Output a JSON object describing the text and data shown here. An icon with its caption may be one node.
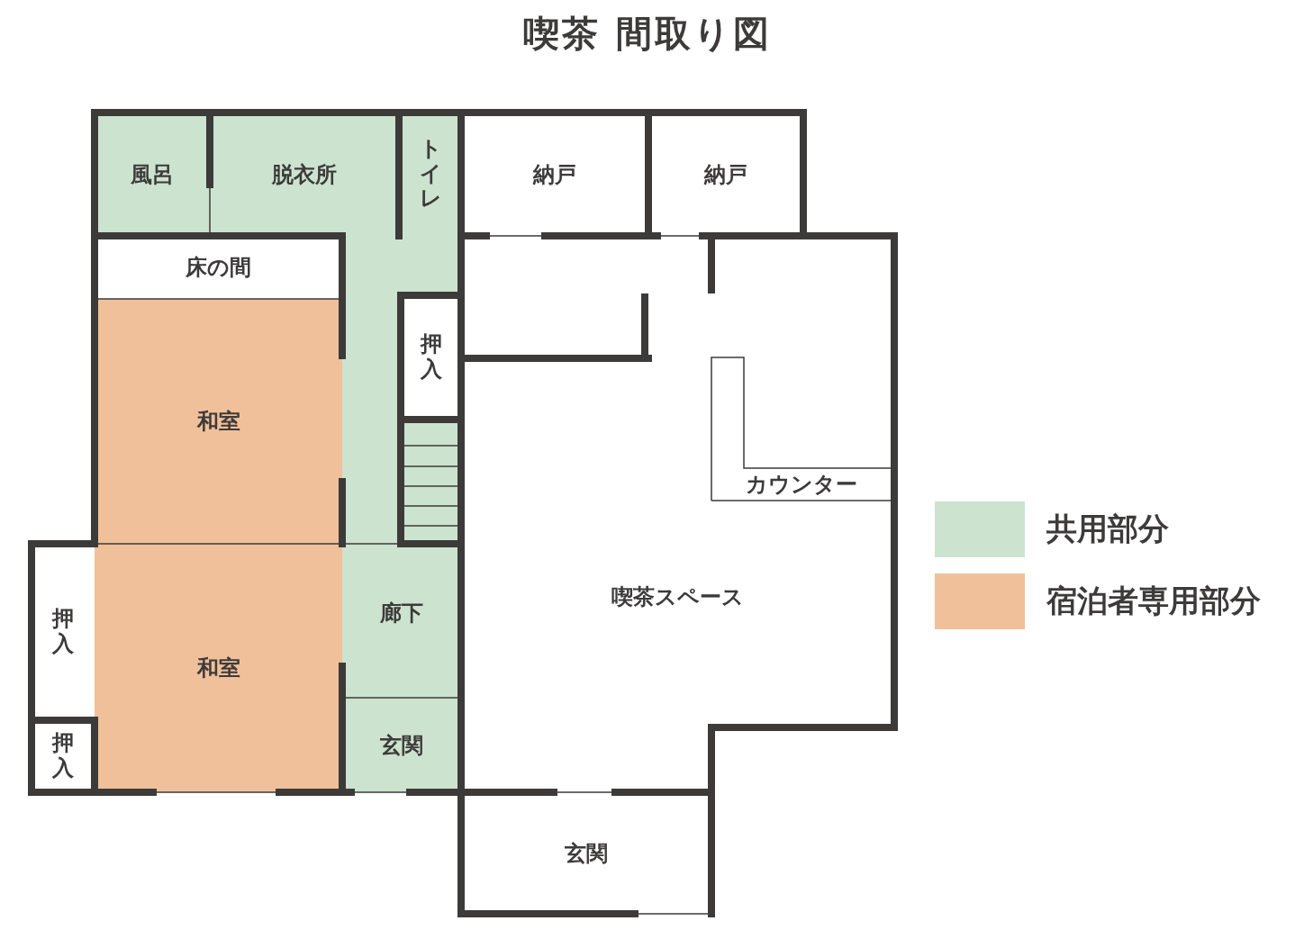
{
  "diagram": {
    "title": "喫茶 間取り図",
    "nodes": [
      {
        "text": [
          "風呂"
        ]
      },
      {
        "text": [
          "脱衣所"
        ]
      },
      {
        "text": [
          "トイレ"
        ]
      },
      {
        "text": [
          "納戸"
        ]
      },
      {
        "text": [
          "納戸"
        ]
      },
      {
        "text": [
          "床の間"
        ]
      },
      {
        "text": [
          "和室"
        ]
      },
      {
        "text": [
          "喫茶スペース"
        ]
      },
      {
        "text": [
          "カウンター"
        ],
        "in": 7
      },
      {
        "text": [
          "押入"
        ]
      },
      {
        "text": [
          "和室"
        ]
      },
      {
        "text": [
          "廊下"
        ]
      },
      {
        "text": [
          "押入"
        ],
        "in": 11
      },
      {
        "text": [
          "押入"
        ]
      },
      {
        "text": [
          "玄関"
        ]
      },
      {
        "text": [
          "玄関"
        ]
      }
    ],
    "edges": [],
    "legend": [
      {
        "text": "共用部分",
        "color": "#cce3cf"
      },
      {
        "text": "宿泊者専用部分",
        "color": "#f0c09a"
      }
    ]
  }
}
